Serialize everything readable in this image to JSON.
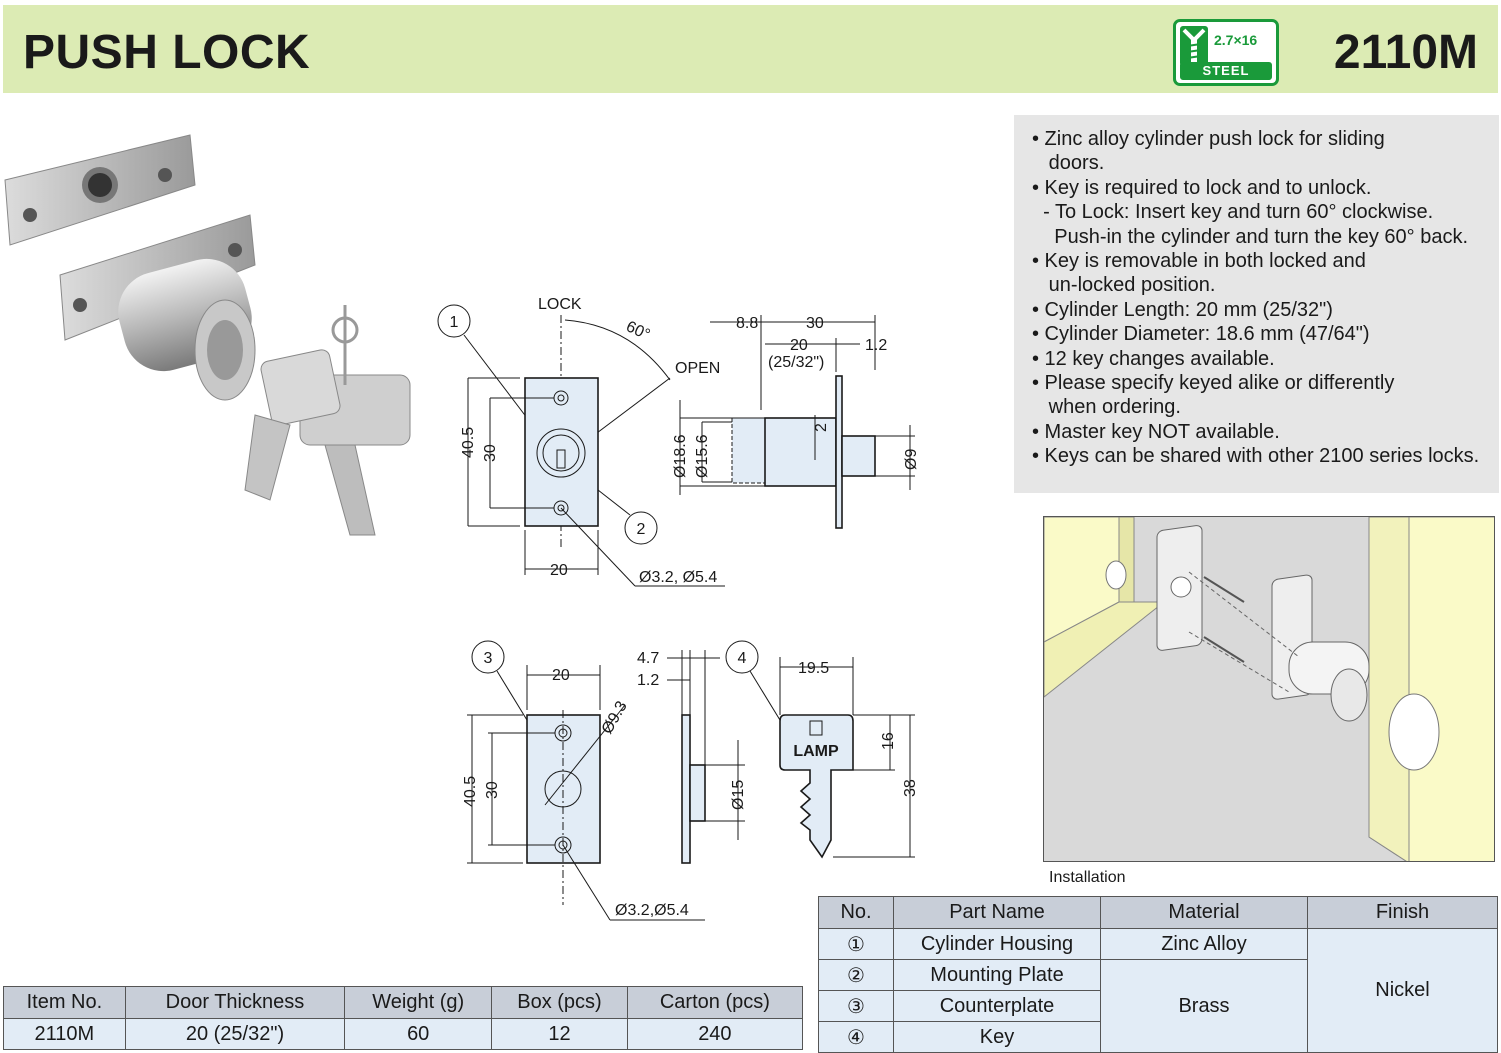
{
  "header": {
    "title": "PUSH LOCK",
    "model": "2110M",
    "badge": {
      "dimension": "2.7×16",
      "material": "STEEL",
      "color": "#1a9a3a"
    },
    "background": "#dcebb4"
  },
  "features": [
    "• Zinc alloy cylinder push lock for sliding",
    "   doors.",
    "• Key is required to lock and to unlock.",
    "  - To Lock: Insert key and turn 60° clockwise.",
    "    Push-in the cylinder and turn the key 60° back.",
    "• Key is removable in both locked and",
    "   un-locked position.",
    "• Cylinder Length: 20 mm (25/32\")",
    "• Cylinder Diameter: 18.6 mm (47/64\")",
    "• 12 key changes available.",
    "• Please specify keyed alike or differently",
    "   when ordering.",
    "• Master key NOT available.",
    "• Keys can be shared with other 2100 series locks."
  ],
  "drawing1": {
    "label_lock": "LOCK",
    "label_open": "OPEN",
    "angle": "60°",
    "height_outer": "40.5",
    "height_inner": "30",
    "width": "20",
    "holes": "Ø3.2, Ø5.4",
    "callout1": "1",
    "callout2": "2"
  },
  "drawing2": {
    "dim_88": "8.8",
    "dim_30": "30",
    "dim_20": "20",
    "dim_2532": "(25/32\")",
    "dim_12": "1.2",
    "dia_186": "Ø18.6",
    "dia_156": "Ø15.6",
    "dim_2": "2",
    "dia_9": "Ø9"
  },
  "drawing3": {
    "callout3": "3",
    "width": "20",
    "height_outer": "40.5",
    "height_inner": "30",
    "dia_93": "Ø9.3",
    "holes": "Ø3.2,Ø5.4"
  },
  "drawing4": {
    "dim_47": "4.7",
    "dim_12": "1.2",
    "dia_15": "Ø15"
  },
  "drawing5": {
    "callout4": "4",
    "width": "19.5",
    "head_h": "16",
    "total_h": "38",
    "brand": "LAMP"
  },
  "install_caption": "Installation",
  "spec_table": {
    "headers": [
      "Item No.",
      "Door Thickness",
      "Weight (g)",
      "Box (pcs)",
      "Carton (pcs)"
    ],
    "row": [
      "2110M",
      "20 (25/32\")",
      "60",
      "12",
      "240"
    ]
  },
  "parts_table": {
    "headers": [
      "No.",
      "Part Name",
      "Material",
      "Finish"
    ],
    "rows": [
      {
        "no": "①",
        "name": "Cylinder Housing",
        "material": "Zinc Alloy"
      },
      {
        "no": "②",
        "name": "Mounting Plate",
        "material": "Brass"
      },
      {
        "no": "③",
        "name": "Counterplate",
        "material": ""
      },
      {
        "no": "④",
        "name": "Key",
        "material": ""
      }
    ],
    "finish": "Nickel"
  }
}
